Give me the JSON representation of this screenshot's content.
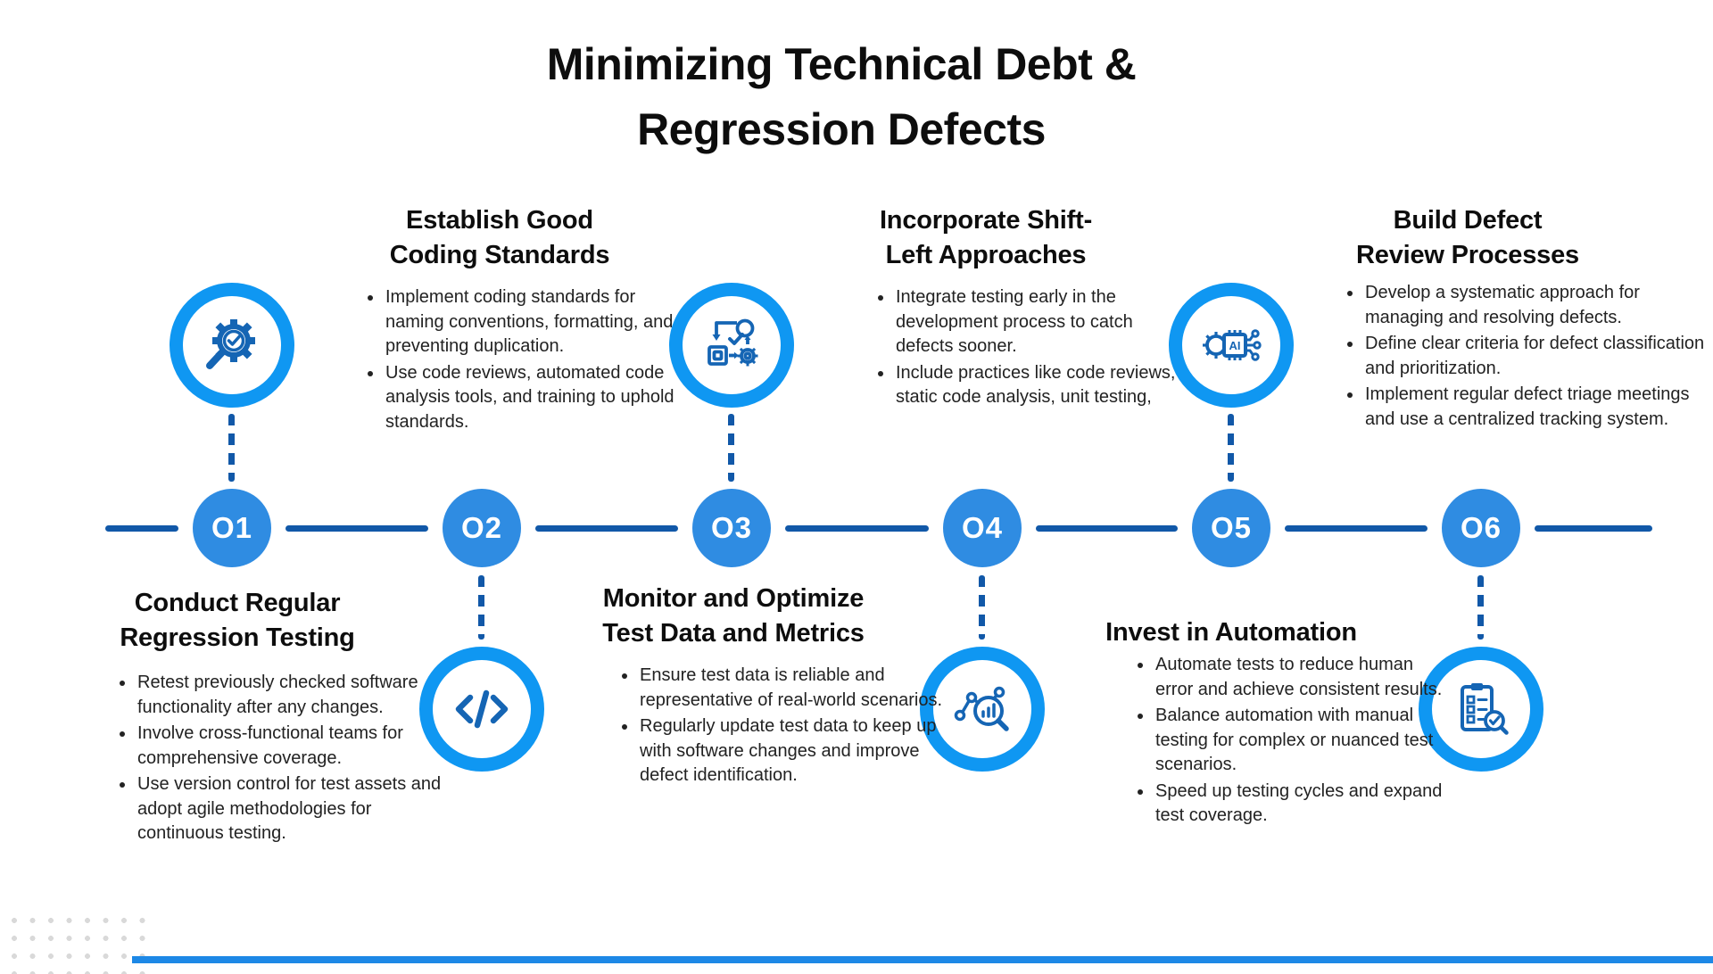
{
  "title": {
    "line1": "Minimizing Technical Debt &",
    "line2": "Regression Defects"
  },
  "colors": {
    "icon_ring_blue": "#0f97f2",
    "number_circle_blue": "#2f8ce2",
    "timeline_blue": "#1158a8",
    "icon_stroke_blue": "#1565b4",
    "bottom_bar_blue": "#1d88e6",
    "dot_gray": "#d9d9d9",
    "text_black": "#0d0d0d",
    "body_text": "#222222"
  },
  "steps": [
    {
      "number": "O1",
      "icon": "magnifier-gear-check-icon",
      "title_line1": "Conduct Regular",
      "title_line2": "Regression Testing",
      "bullets": [
        "Retest previously checked software functionality after any changes.",
        "Involve cross-functional teams for comprehensive coverage.",
        "Use version control for test assets and adopt agile methodologies for continuous testing."
      ]
    },
    {
      "number": "O2",
      "icon": "code-icon",
      "title_line1": "Establish Good",
      "title_line2": "Coding Standards",
      "bullets": [
        "Implement coding standards for naming conventions, formatting, and preventing duplication.",
        "Use code reviews, automated code analysis tools, and training to uphold standards."
      ]
    },
    {
      "number": "O3",
      "icon": "flowchart-gear-icon",
      "title_line1": "Monitor and Optimize",
      "title_line2": "Test Data and Metrics",
      "bullets": [
        "Ensure test data is reliable and representative of real-world scenarios.",
        "Regularly update test data to keep up with software changes and improve defect identification."
      ]
    },
    {
      "number": "O4",
      "icon": "data-analysis-icon",
      "title_line1": "Incorporate Shift-",
      "title_line2": "Left Approaches",
      "bullets": [
        "Integrate testing early in the development process to catch defects sooner.",
        "Include practices like code reviews, static code analysis, unit testing,"
      ]
    },
    {
      "number": "O5",
      "icon": "ai-chip-icon",
      "title_line1": "Invest in Automation",
      "bullets": [
        "Automate tests to reduce human error and achieve consistent results.",
        "Balance automation with manual testing for complex or nuanced test scenarios.",
        "Speed up testing cycles and expand test coverage."
      ]
    },
    {
      "number": "O6",
      "icon": "checklist-review-icon",
      "title_line1": "Build Defect",
      "title_line2": "Review Processes",
      "bullets": [
        "Develop a systematic approach for managing and resolving defects.",
        "Define clear criteria for defect classification and prioritization.",
        "Implement regular defect triage meetings and use a centralized tracking system."
      ]
    }
  ]
}
